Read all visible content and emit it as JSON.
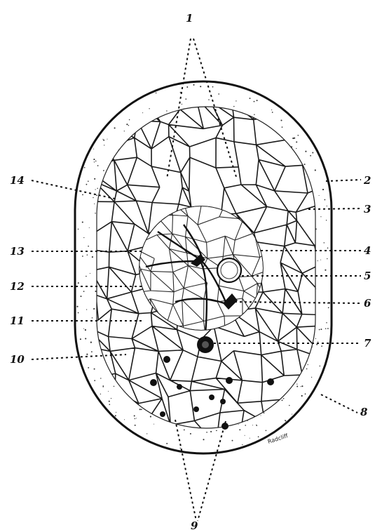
{
  "labels": {
    "l1": "1",
    "l2": "2",
    "l3": "3",
    "l4": "4",
    "l5": "5",
    "l6": "6",
    "l7": "7",
    "l8": "8",
    "l9": "9",
    "l10": "10",
    "l11": "11",
    "l12": "12",
    "l13": "13",
    "l14": "14"
  },
  "colors": {
    "ink": "#111111",
    "paper": "#ffffff"
  }
}
